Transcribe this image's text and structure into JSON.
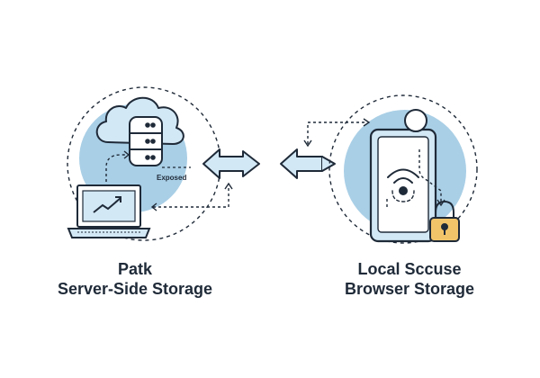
{
  "left_panel": {
    "title_line1": "Patk",
    "title_line2": "Server-Side Storage",
    "exposed_label": "Exposed"
  },
  "right_panel": {
    "title_line1": "Local Sccuse",
    "title_line2": "Browser Storage"
  },
  "colors": {
    "circle_fill": "#a9cfe6",
    "stroke": "#1f2a38",
    "arrow_fill": "#d3e8f5",
    "lock_fill": "#f2c46a",
    "device_screen": "#ffffff"
  },
  "icons": [
    "cloud-icon",
    "database-icon",
    "laptop-icon",
    "trend-chart-icon",
    "bidirectional-arrow-icon",
    "smartphone-icon",
    "user-avatar-icon",
    "wireless-signal-icon",
    "padlock-icon"
  ]
}
